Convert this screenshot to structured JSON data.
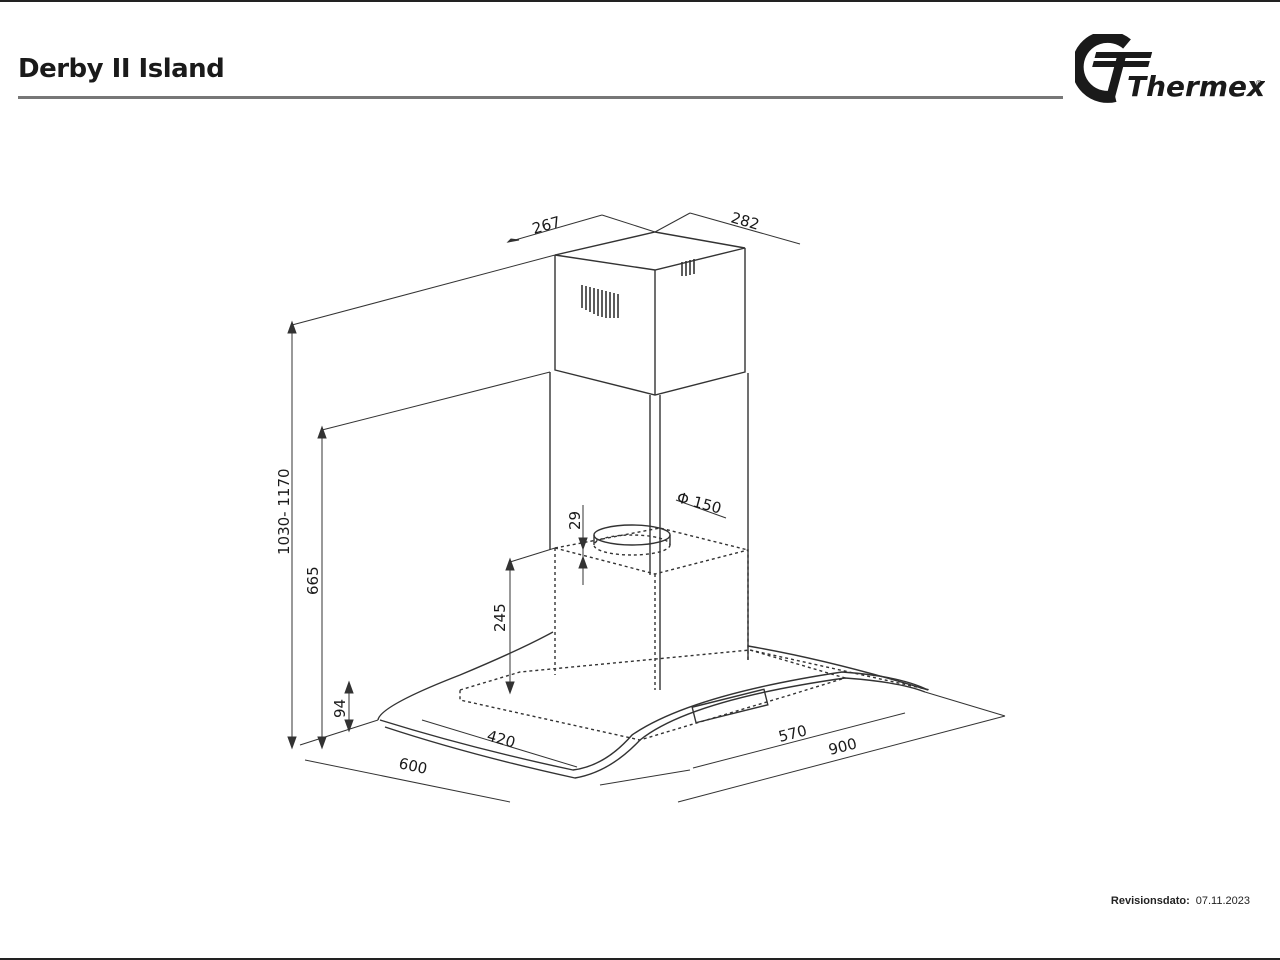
{
  "header": {
    "title": "Derby II Island"
  },
  "brand": {
    "logo_text": "Thermex",
    "logo_color": "#1a1a1a"
  },
  "footer": {
    "revision_label": "Revisionsdato:",
    "revision_date": "07.11.2023"
  },
  "diagram": {
    "line_color": "#333333",
    "dimensions": {
      "total_height": "1030- 1170",
      "chimney_lower": "665",
      "hood_body": "245",
      "motor_offset": "29",
      "outlet_diameter": "Φ 150",
      "glass_thickness": "94",
      "chimney_width": "267",
      "chimney_depth": "282",
      "body_depth": "420",
      "body_width": "570",
      "canopy_depth": "600",
      "canopy_width": "900"
    }
  }
}
